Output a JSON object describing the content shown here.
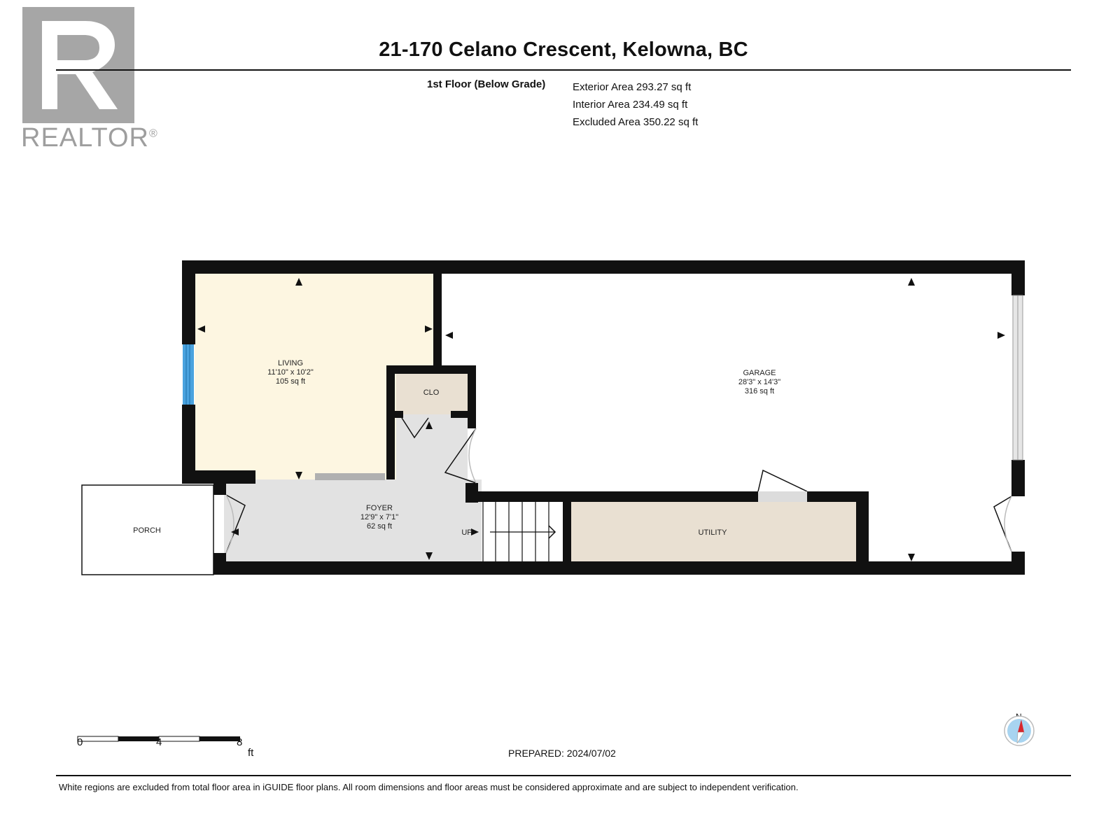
{
  "logo": {
    "brand": "REALTOR",
    "mark": "®"
  },
  "header": {
    "title": "21-170 Celano Crescent, Kelowna, BC"
  },
  "summary": {
    "floor": "1st Floor (Below Grade)",
    "exterior": "Exterior Area 293.27 sq ft",
    "interior": "Interior Area 234.49 sq ft",
    "excluded": "Excluded Area 350.22 sq ft"
  },
  "rooms": {
    "living": {
      "name": "LIVING",
      "dims": "11'10\" x 10'2\"",
      "area": "105 sq ft"
    },
    "garage": {
      "name": "GARAGE",
      "dims": "28'3\" x 14'3\"",
      "area": "316 sq ft"
    },
    "clo": {
      "name": "CLO"
    },
    "foyer": {
      "name": "FOYER",
      "dims": "12'9\" x 7'1\"",
      "area": "62 sq ft"
    },
    "porch": {
      "name": "PORCH"
    },
    "utility": {
      "name": "UTILITY"
    },
    "stairs": {
      "label": "UP"
    }
  },
  "colors": {
    "wall": "#111111",
    "living": "#fdf6e1",
    "closet": "#e9e0d2",
    "utility": "#e9e0d2",
    "foyer": "#e2e2e2",
    "window": "#4aa3df"
  },
  "scale": {
    "t0": "0",
    "t4": "4",
    "t8": "8",
    "unit": "ft"
  },
  "compass": {
    "label": "N"
  },
  "footer": {
    "prepared": "PREPARED: 2024/07/02",
    "note": "White regions are excluded from total floor area in iGUIDE floor plans. All room dimensions and floor areas must be considered approximate and are subject to independent verification."
  }
}
